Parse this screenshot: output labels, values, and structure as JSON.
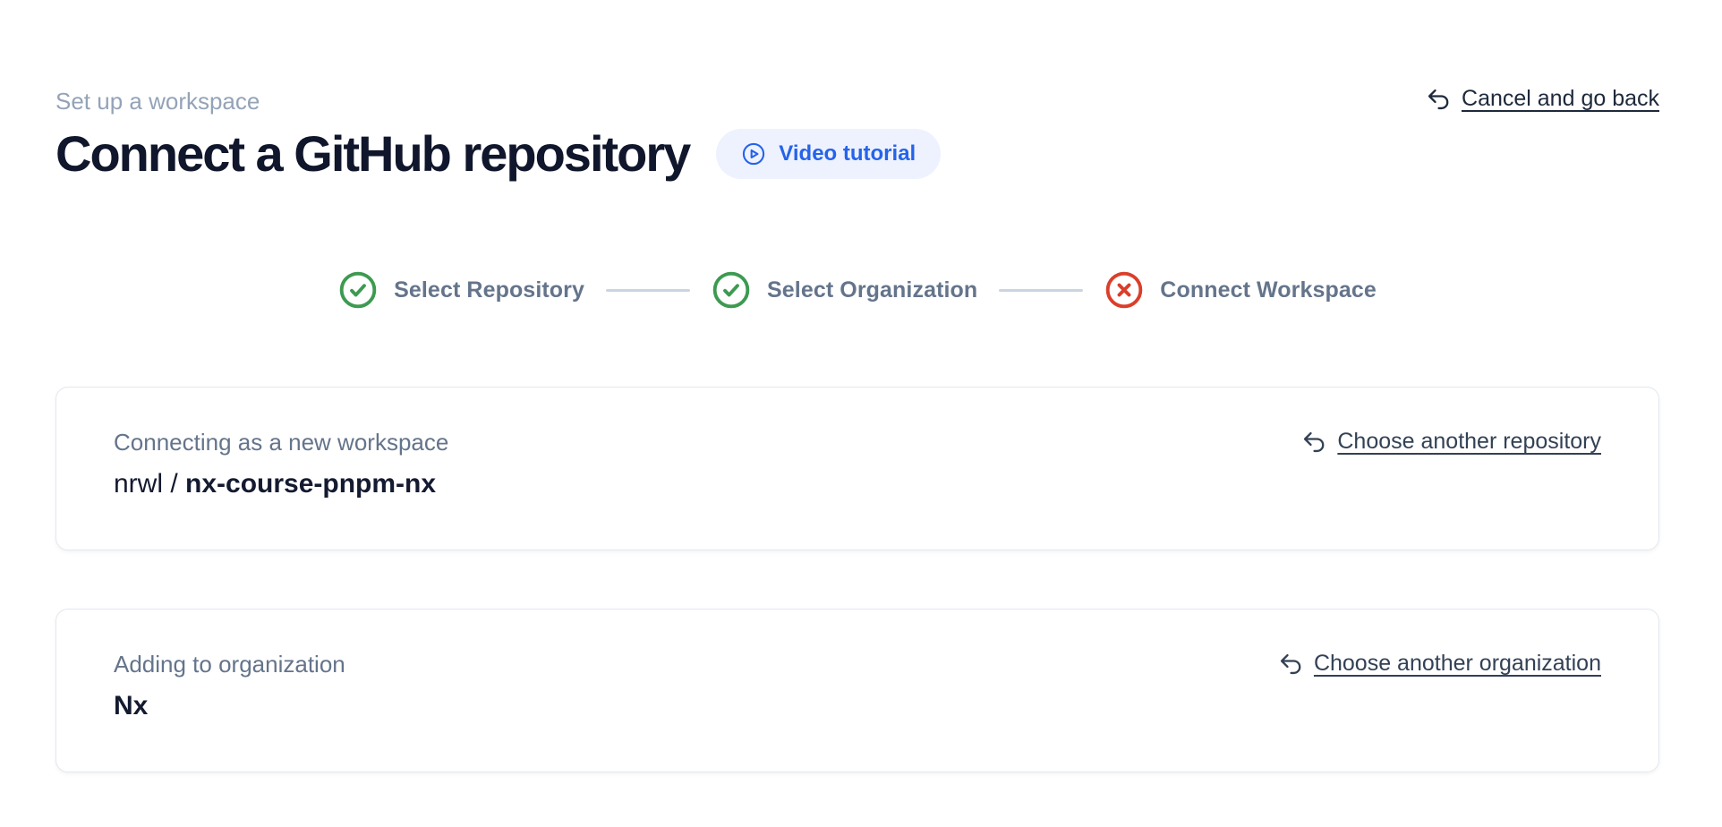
{
  "page": {
    "eyebrow": "Set up a workspace",
    "title": "Connect a GitHub repository",
    "video_button_label": "Video tutorial",
    "cancel_label": "Cancel and go back"
  },
  "stepper": {
    "steps": [
      {
        "label": "Select Repository",
        "status": "complete",
        "icon": "check-circle-icon"
      },
      {
        "label": "Select Organization",
        "status": "complete",
        "icon": "check-circle-icon"
      },
      {
        "label": "Connect Workspace",
        "status": "error",
        "icon": "x-circle-icon"
      }
    ]
  },
  "cards": [
    {
      "label": "Connecting as a new workspace",
      "value_prefix": "nrwl / ",
      "value_strong": "nx-course-pnpm-nx",
      "action_label": "Choose another repository",
      "action_icon": "undo-icon"
    },
    {
      "label": "Adding to organization",
      "value_prefix": "",
      "value_strong": "Nx",
      "action_label": "Choose another organization",
      "action_icon": "undo-icon"
    }
  ],
  "colors": {
    "accent_blue": "#2563eb",
    "video_pill_bg": "#eef2fe",
    "success_green": "#3d9a51",
    "error_red": "#db3e2a",
    "heading_text": "#10162b",
    "muted_text": "#94a3b8",
    "step_label_text": "#64748b",
    "connector_line": "#cbd5e1",
    "card_border": "#e2e8f0",
    "link_text": "#334155"
  }
}
